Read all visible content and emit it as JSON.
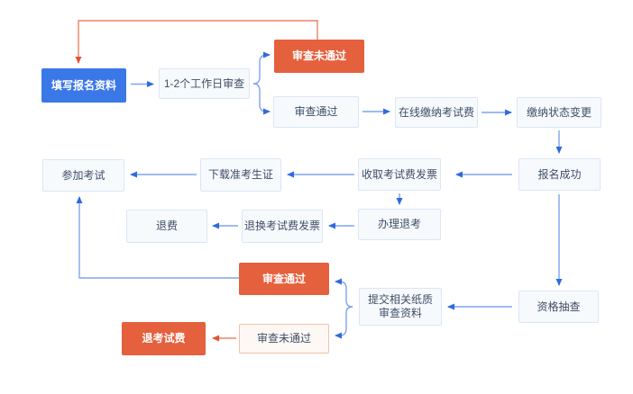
{
  "colors": {
    "primary_blue": "#3b78e7",
    "danger_orange": "#e5603d",
    "light_node_bg": "#f7fafd",
    "light_node_border": "#dbe6f5",
    "light_danger_bg": "#fdf8f4",
    "light_danger_border": "#f0c2ac",
    "arrow_blue_line": "#7fa4ef",
    "arrow_blue_head": "#2f6be0",
    "arrow_red_line": "#eb8465",
    "arrow_red_head": "#e25432",
    "node_text": "#3e4e66"
  },
  "flow": {
    "nodes": {
      "fill_info": "填写报名资料",
      "review_window": "1-2个工作日审查",
      "review_failed_top": "审查未通过",
      "review_passed_top": "审查通过",
      "pay_online": "在线缴纳考试费",
      "pay_status": "缴纳状态变更",
      "take_exam": "参加考试",
      "download_ticket": "下载准考生证",
      "receive_invoice": "收取考试费发票",
      "register_success": "报名成功",
      "refund": "退费",
      "return_invoice": "退换考试费发票",
      "withdraw_exam": "办理退考",
      "review_passed_bottom": "审查通过",
      "submit_paper_line1": "提交相关纸质",
      "submit_paper_line2": "审查资料",
      "spot_check": "资格抽查",
      "refund_fee": "退考试费",
      "review_failed_bottom": "审查未通过"
    }
  }
}
